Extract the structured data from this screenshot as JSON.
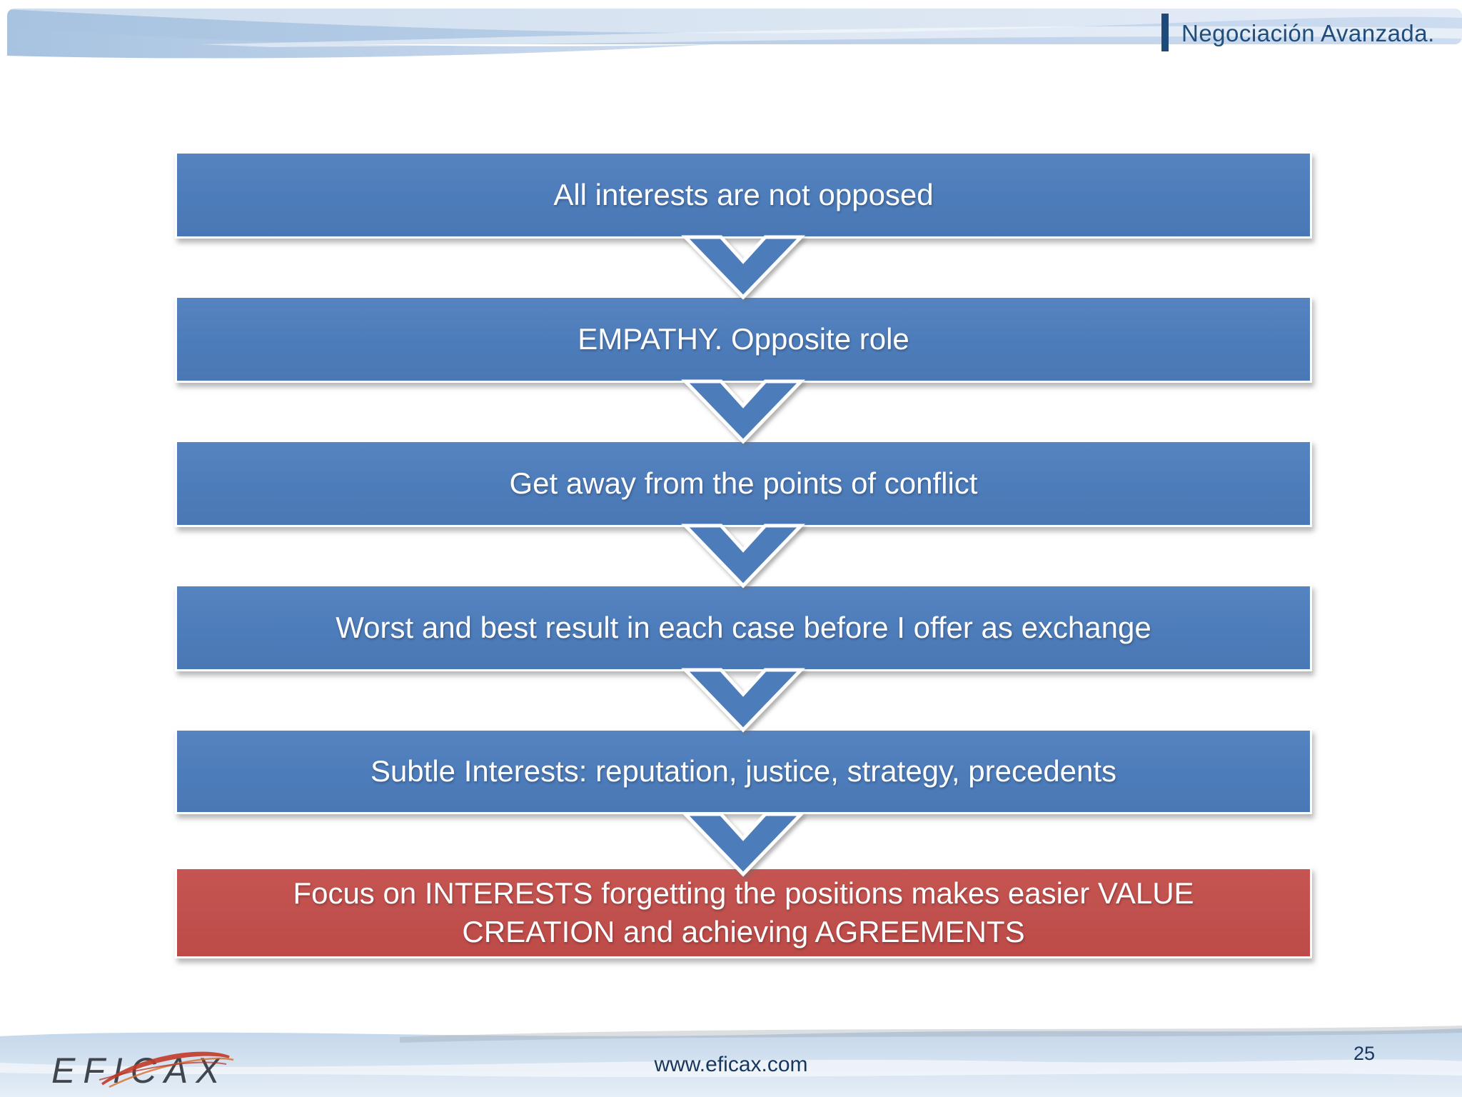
{
  "header": {
    "title": "Negociación Avanzada."
  },
  "flow": {
    "steps": [
      {
        "label": "All interests are not opposed",
        "type": "step"
      },
      {
        "label": "EMPATHY. Opposite role",
        "type": "step"
      },
      {
        "label": "Get away from the points of conflict",
        "type": "step"
      },
      {
        "label": "Worst and best result in each case before I offer as exchange",
        "type": "step"
      },
      {
        "label": "Subtle Interests: reputation, justice, strategy, precedents",
        "type": "step"
      },
      {
        "label": "Focus on INTERESTS forgetting the positions makes easier VALUE CREATION and achieving AGREEMENTS",
        "type": "conclusion"
      }
    ]
  },
  "footer": {
    "logo_text": "EFICAX",
    "website": "www.eficax.com",
    "page_number": "25"
  },
  "icons": {
    "flow_connector": "chevron-down-arrow-icon"
  },
  "colors": {
    "step_blue": "#4d7cba",
    "conclusion_red": "#c0504d",
    "accent_bar_blue": "#1f4978",
    "header_text_blue": "#1f4e7c",
    "footer_text_navy": "#17375e",
    "logo_swoosh_red": "#c23b28",
    "band_light_blue": "#b9cee7"
  }
}
